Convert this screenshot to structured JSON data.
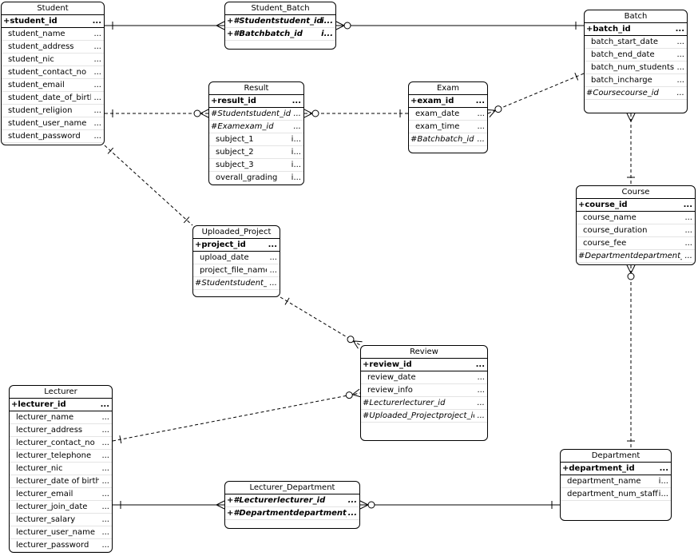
{
  "entities": [
    {
      "id": "student",
      "title": "Student",
      "attributes": [
        {
          "name": "+student_id",
          "type": "...",
          "kind": "pk"
        },
        {
          "name": "student_name",
          "type": "...",
          "kind": "plain"
        },
        {
          "name": "student_address",
          "type": "...",
          "kind": "plain"
        },
        {
          "name": "student_nic",
          "type": "...",
          "kind": "plain"
        },
        {
          "name": "student_contact_no",
          "type": "...",
          "kind": "plain"
        },
        {
          "name": "student_email",
          "type": "...",
          "kind": "plain"
        },
        {
          "name": "student_date_of_birth",
          "type": "...",
          "kind": "plain"
        },
        {
          "name": "student_religion",
          "type": "...",
          "kind": "plain"
        },
        {
          "name": "student_user_name",
          "type": "...",
          "kind": "plain"
        },
        {
          "name": "student_password",
          "type": "...",
          "kind": "plain"
        }
      ]
    },
    {
      "id": "student-batch",
      "title": "Student_Batch",
      "attributes": [
        {
          "name": "+#Studentstudent_id",
          "type": "i...",
          "kind": "pkfk"
        },
        {
          "name": "+#Batchbatch_id",
          "type": "i...",
          "kind": "pkfk"
        }
      ]
    },
    {
      "id": "batch",
      "title": "Batch",
      "attributes": [
        {
          "name": "+batch_id",
          "type": "...",
          "kind": "pk"
        },
        {
          "name": "batch_start_date",
          "type": "...",
          "kind": "plain"
        },
        {
          "name": "batch_end_date",
          "type": "...",
          "kind": "plain"
        },
        {
          "name": "batch_num_students",
          "type": "...",
          "kind": "plain"
        },
        {
          "name": "batch_incharge",
          "type": "...",
          "kind": "plain"
        },
        {
          "name": "#Coursecourse_id",
          "type": "...",
          "kind": "fk"
        }
      ]
    },
    {
      "id": "result",
      "title": "Result",
      "attributes": [
        {
          "name": "+result_id",
          "type": "...",
          "kind": "pk"
        },
        {
          "name": "#Studentstudent_id",
          "type": "...",
          "kind": "fk"
        },
        {
          "name": "#Examexam_id",
          "type": "...",
          "kind": "fk"
        },
        {
          "name": "subject_1",
          "type": "i...",
          "kind": "plain"
        },
        {
          "name": "subject_2",
          "type": "i...",
          "kind": "plain"
        },
        {
          "name": "subject_3",
          "type": "i...",
          "kind": "plain"
        },
        {
          "name": "overall_grading",
          "type": "i...",
          "kind": "plain"
        }
      ]
    },
    {
      "id": "exam",
      "title": "Exam",
      "attributes": [
        {
          "name": "+exam_id",
          "type": "...",
          "kind": "pk"
        },
        {
          "name": "exam_date",
          "type": "...",
          "kind": "plain"
        },
        {
          "name": "exam_time",
          "type": "...",
          "kind": "plain"
        },
        {
          "name": "#Batchbatch_id",
          "type": "...",
          "kind": "fk"
        }
      ]
    },
    {
      "id": "course",
      "title": "Course",
      "attributes": [
        {
          "name": "+course_id",
          "type": "...",
          "kind": "pk"
        },
        {
          "name": "course_name",
          "type": "...",
          "kind": "plain"
        },
        {
          "name": "course_duration",
          "type": "...",
          "kind": "plain"
        },
        {
          "name": "course_fee",
          "type": "...",
          "kind": "plain"
        },
        {
          "name": "#Departmentdepartment_id",
          "type": "...",
          "kind": "fk"
        }
      ]
    },
    {
      "id": "uploaded-project",
      "title": "Uploaded_Project",
      "attributes": [
        {
          "name": "+project_id",
          "type": "...",
          "kind": "pk"
        },
        {
          "name": "upload_date",
          "type": "...",
          "kind": "plain"
        },
        {
          "name": "project_file_name",
          "type": "...",
          "kind": "plain"
        },
        {
          "name": "#Studentstudent_id",
          "type": "...",
          "kind": "fk"
        }
      ]
    },
    {
      "id": "review",
      "title": "Review",
      "attributes": [
        {
          "name": "+review_id",
          "type": "...",
          "kind": "pk"
        },
        {
          "name": "review_date",
          "type": "...",
          "kind": "plain"
        },
        {
          "name": "review_info",
          "type": "...",
          "kind": "plain"
        },
        {
          "name": "#Lecturerlecturer_id",
          "type": "...",
          "kind": "fk"
        },
        {
          "name": "#Uploaded_Projectproject_id",
          "type": "...",
          "kind": "fk"
        }
      ]
    },
    {
      "id": "lecturer",
      "title": "Lecturer",
      "attributes": [
        {
          "name": "+lecturer_id",
          "type": "...",
          "kind": "pk"
        },
        {
          "name": "lecturer_name",
          "type": "...",
          "kind": "plain"
        },
        {
          "name": "lecturer_address",
          "type": "...",
          "kind": "plain"
        },
        {
          "name": "lecturer_contact_no",
          "type": "...",
          "kind": "plain"
        },
        {
          "name": "lecturer_telephone",
          "type": "...",
          "kind": "plain"
        },
        {
          "name": "lecturer_nic",
          "type": "...",
          "kind": "plain"
        },
        {
          "name": "lecturer_date of birth",
          "type": "...",
          "kind": "plain"
        },
        {
          "name": "lecturer_email",
          "type": "...",
          "kind": "plain"
        },
        {
          "name": "lecturer_join_date",
          "type": "...",
          "kind": "plain"
        },
        {
          "name": "lecturer_salary",
          "type": "...",
          "kind": "plain"
        },
        {
          "name": "lecturer_user_name",
          "type": "...",
          "kind": "plain"
        },
        {
          "name": "lecturer_password",
          "type": "...",
          "kind": "plain"
        }
      ]
    },
    {
      "id": "lecturer-department",
      "title": "Lecturer_Department",
      "attributes": [
        {
          "name": "+#Lecturerlecturer_id",
          "type": "...",
          "kind": "pkfk"
        },
        {
          "name": "+#Departmentdepartment_id",
          "type": "...",
          "kind": "pkfk"
        }
      ]
    },
    {
      "id": "department",
      "title": "Department",
      "attributes": [
        {
          "name": "+department_id",
          "type": "...",
          "kind": "pk"
        },
        {
          "name": "department_name",
          "type": "i...",
          "kind": "plain"
        },
        {
          "name": "department_num_staff",
          "type": "i...",
          "kind": "plain"
        }
      ]
    }
  ],
  "relationships": [
    {
      "from": "student",
      "to": "student-batch",
      "from_end": "one",
      "to_end": "many",
      "style": "solid"
    },
    {
      "from": "student-batch",
      "to": "batch",
      "from_end": "zero-many",
      "to_end": "one",
      "style": "solid"
    },
    {
      "from": "student",
      "to": "result",
      "from_end": "one",
      "to_end": "zero-many",
      "style": "dashed"
    },
    {
      "from": "result",
      "to": "exam",
      "from_end": "zero-many",
      "to_end": "one",
      "style": "dashed"
    },
    {
      "from": "exam",
      "to": "batch",
      "from_end": "zero-many",
      "to_end": "one",
      "style": "dashed"
    },
    {
      "from": "batch",
      "to": "course",
      "from_end": "many",
      "to_end": "one",
      "style": "dashed"
    },
    {
      "from": "course",
      "to": "department",
      "from_end": "zero-many",
      "to_end": "one",
      "style": "dashed"
    },
    {
      "from": "student",
      "to": "uploaded-project",
      "from_end": "one",
      "to_end": "one",
      "style": "dashed"
    },
    {
      "from": "uploaded-project",
      "to": "review",
      "from_end": "one",
      "to_end": "zero-many",
      "style": "dashed"
    },
    {
      "from": "lecturer",
      "to": "review",
      "from_end": "one",
      "to_end": "zero-many",
      "style": "dashed"
    },
    {
      "from": "lecturer",
      "to": "lecturer-department",
      "from_end": "one",
      "to_end": "many",
      "style": "solid"
    },
    {
      "from": "lecturer-department",
      "to": "department",
      "from_end": "zero-many",
      "to_end": "one",
      "style": "solid"
    }
  ]
}
